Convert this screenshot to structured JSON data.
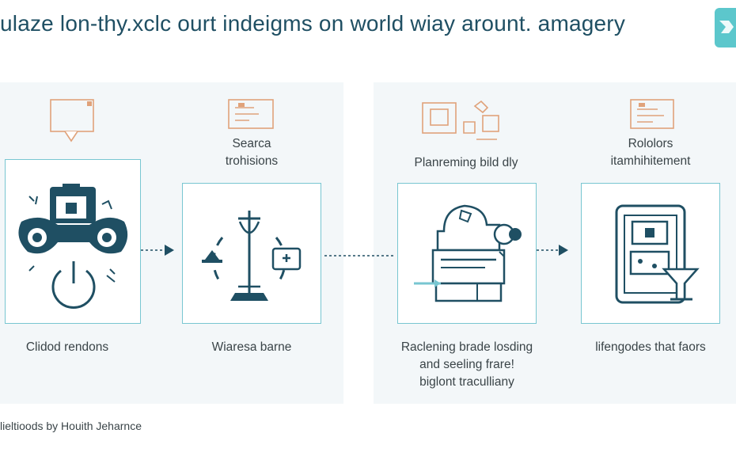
{
  "title": "ulaze lon-thy.xclc ourt indeigms on world wiay arount. amagery",
  "logo_icon": "brand-logo-icon",
  "steps": [
    {
      "top_label": "",
      "bottom_label": "Clidod rendons",
      "icon": "controller-icon"
    },
    {
      "top_label": "Searca\ntrohisions",
      "bottom_label": "Wiaresa barne",
      "icon": "scale-icon"
    },
    {
      "top_label": "Planreming bild dly",
      "bottom_label": "Raclening brade losding\nand seeling frare!\nbiglont traculliany",
      "icon": "machine-icon"
    },
    {
      "top_label": "Rololors\nitamhihitement",
      "bottom_label": "lifengodes that faors",
      "icon": "tablet-icon"
    }
  ],
  "footer": "lieltioods by Houith Jeharnce",
  "colors": {
    "title": "#1f4f63",
    "icon_dark": "#1f4f63",
    "card_border": "#78c6d1",
    "panel_bg": "#f3f7f9",
    "accent_orange": "#e0a27a",
    "logo": "#5cc7cc"
  }
}
